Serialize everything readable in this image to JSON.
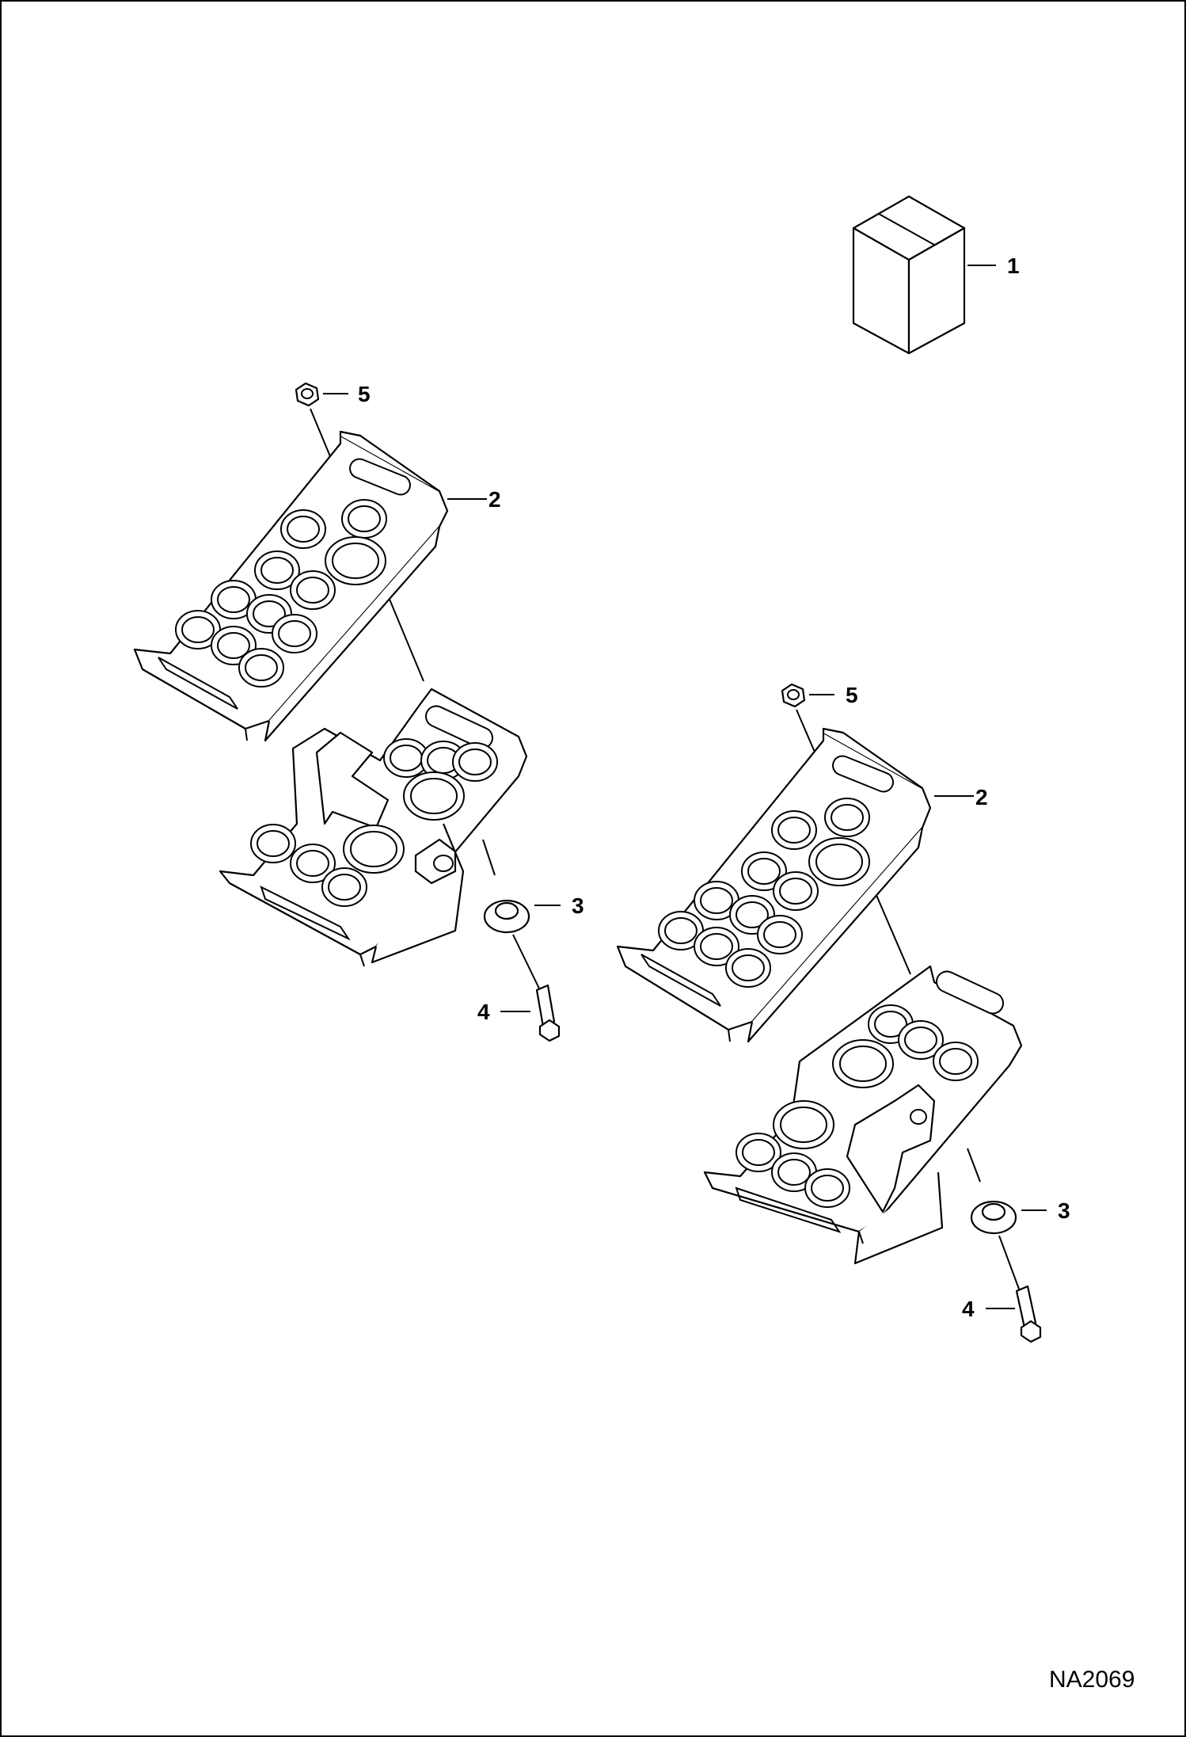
{
  "diagram": {
    "drawing_code": "NA2069",
    "callouts": {
      "item_1": "1",
      "item_2_upper": "2",
      "item_5_upper": "5",
      "item_3_upper": "3",
      "item_4_upper": "4",
      "item_2_lower": "2",
      "item_5_lower": "5",
      "item_3_lower": "3",
      "item_4_lower": "4"
    }
  }
}
